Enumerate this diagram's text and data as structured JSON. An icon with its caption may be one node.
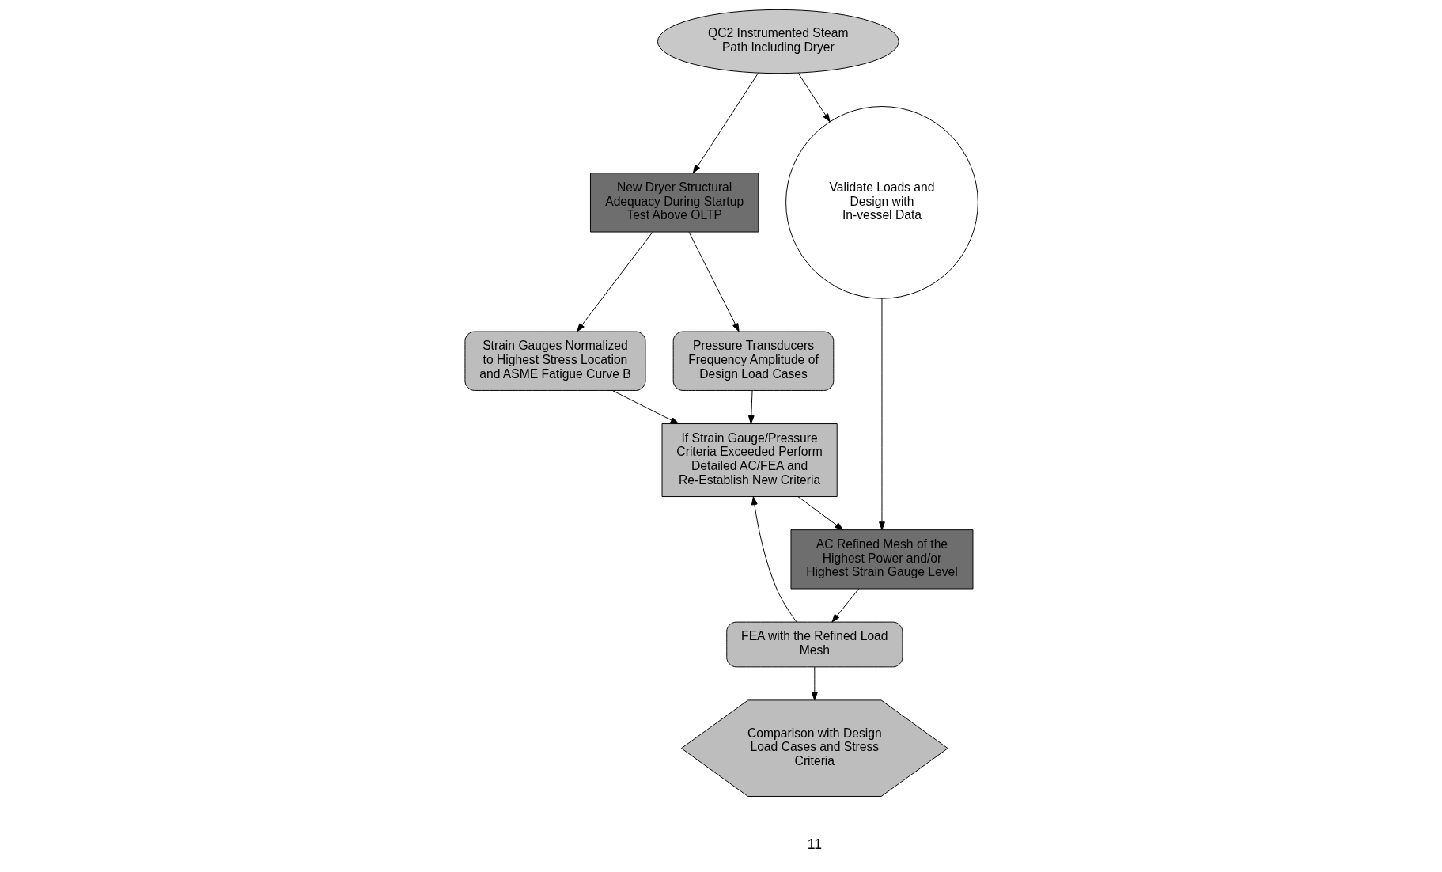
{
  "diagram": {
    "nodes": [
      {
        "text": [
          "QC2 Instrumented Steam Path Including Dryer"
        ]
      },
      {
        "text": [
          "New Dryer Structural Adequacy During Startup Test Above OLTP"
        ]
      },
      {
        "text": [
          "Validate Loads and Design with In-vessel Data"
        ]
      },
      {
        "text": [
          "Strain Gauges Normalized to Highest Stress Location and ASME Fatigue Curve B"
        ]
      },
      {
        "text": [
          "Pressure Transducers Frequency Amplitude of Design Load Cases"
        ]
      },
      {
        "text": [
          "AC Refined Mesh of the Highest Power and/or Highest Strain Gauge Level"
        ]
      },
      {
        "text": [
          "FEA with the Refined Load Mesh"
        ]
      },
      {
        "text": [
          "If Strain Gauge/Pressure Criteria Exceeded Perform Detailed AC/FEA and Re-Establish New Criteria"
        ]
      },
      {
        "text": [
          "Comparison with Design Load Cases and Stress Criteria"
        ]
      }
    ],
    "edges": [
      {
        "from": 0,
        "to": 1,
        "arrow": "to"
      },
      {
        "from": 0,
        "to": 2,
        "arrow": "to"
      },
      {
        "from": 1,
        "to": 3,
        "arrow": "to"
      },
      {
        "from": 1,
        "to": 4,
        "arrow": "to"
      },
      {
        "from": 2,
        "to": 5,
        "arrow": "to"
      },
      {
        "from": 3,
        "to": 7,
        "arrow": "to"
      },
      {
        "from": 4,
        "to": 7,
        "arrow": "to"
      },
      {
        "from": 7,
        "to": 5,
        "arrow": "to"
      },
      {
        "from": 5,
        "to": 6,
        "arrow": "to"
      },
      {
        "from": 6,
        "to": 7,
        "arrow": "to"
      },
      {
        "from": 6,
        "to": 8,
        "arrow": "to"
      }
    ],
    "labels": [
      "11"
    ]
  }
}
